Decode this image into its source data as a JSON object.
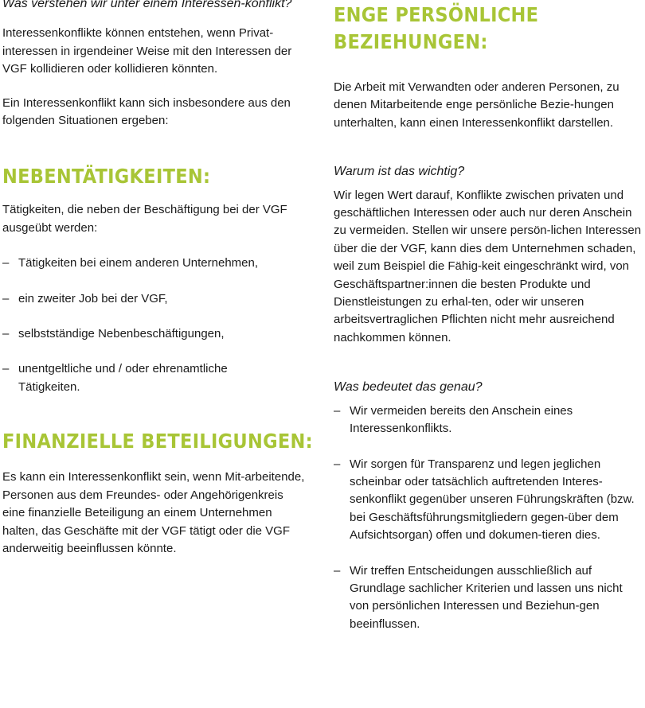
{
  "left": {
    "intro_question": "Was verstehen wir unter einem Interessen-konflikt?",
    "intro_p1": "Interessenkonflikte können entstehen, wenn Privat-interessen in irgendeiner Weise mit den Interessen der VGF kollidieren oder kollidieren könnten.",
    "intro_p2": "Ein Interessenkonflikt kann sich insbesondere aus den folgenden Situationen ergeben:",
    "neben_heading": "NEBENTÄTIGKEITEN:",
    "neben_text": "Tätigkeiten, die neben der Beschäftigung bei der VGF ausgeübt werden:",
    "neben_items": [
      "Tätigkeiten bei einem anderen Unternehmen,",
      "ein zweiter Job bei der VGF,",
      "selbstständige Nebenbeschäftigungen,",
      "unentgeltliche und / oder ehrenamtliche Tätigkeiten."
    ],
    "fin_heading": "FINANZIELLE BETEILIGUNGEN:",
    "fin_text": "Es kann ein Interessenkonflikt sein, wenn Mit-arbeitende, Personen aus dem Freundes- oder Angehörigenkreis eine finanzielle Beteiligung an einem Unternehmen halten, das Geschäfte mit der VGF tätigt oder die VGF anderweitig beeinflussen könnte."
  },
  "right": {
    "heading": "ENGE PERSÖNLICHE BEZIEHUNGEN:",
    "text": "Die Arbeit mit Verwandten oder anderen Personen, zu denen Mitarbeitende enge persönliche Bezie-hungen unterhalten, kann einen Interessenkonflikt darstellen.",
    "why_question": "Warum ist das wichtig?",
    "why_text": "Wir legen Wert darauf, Konflikte zwischen privaten und geschäftlichen Interessen oder auch nur deren Anschein zu vermeiden. Stellen wir unsere persön-lichen Interessen über die der VGF, kann dies dem Unternehmen schaden, weil zum Beispiel die Fähig-keit eingeschränkt wird, von Geschäftspartner:innen die besten Produkte und Dienstleistungen zu erhal-ten, oder wir unseren arbeitsvertraglichen Pflichten nicht mehr ausreichend nachkommen können.",
    "meaning_question": "Was bedeutet das genau?",
    "meaning_items": [
      "Wir vermeiden bereits den Anschein eines Interessenkonflikts.",
      "Wir sorgen für Transparenz und legen jeglichen scheinbar oder tatsächlich auftretenden Interes-senkonflikt gegenüber unseren Führungskräften (bzw. bei Geschäftsführungsmitgliedern gegen-über dem Aufsichtsorgan) offen und dokumen-tieren dies.",
      "Wir treffen Entscheidungen ausschließlich auf Grundlage sachlicher Kriterien und lassen uns nicht von persönlichen Interessen und Beziehun-gen beeinflussen."
    ]
  },
  "colors": {
    "heading_green": "#a8c536",
    "text": "#1a1a1a"
  }
}
